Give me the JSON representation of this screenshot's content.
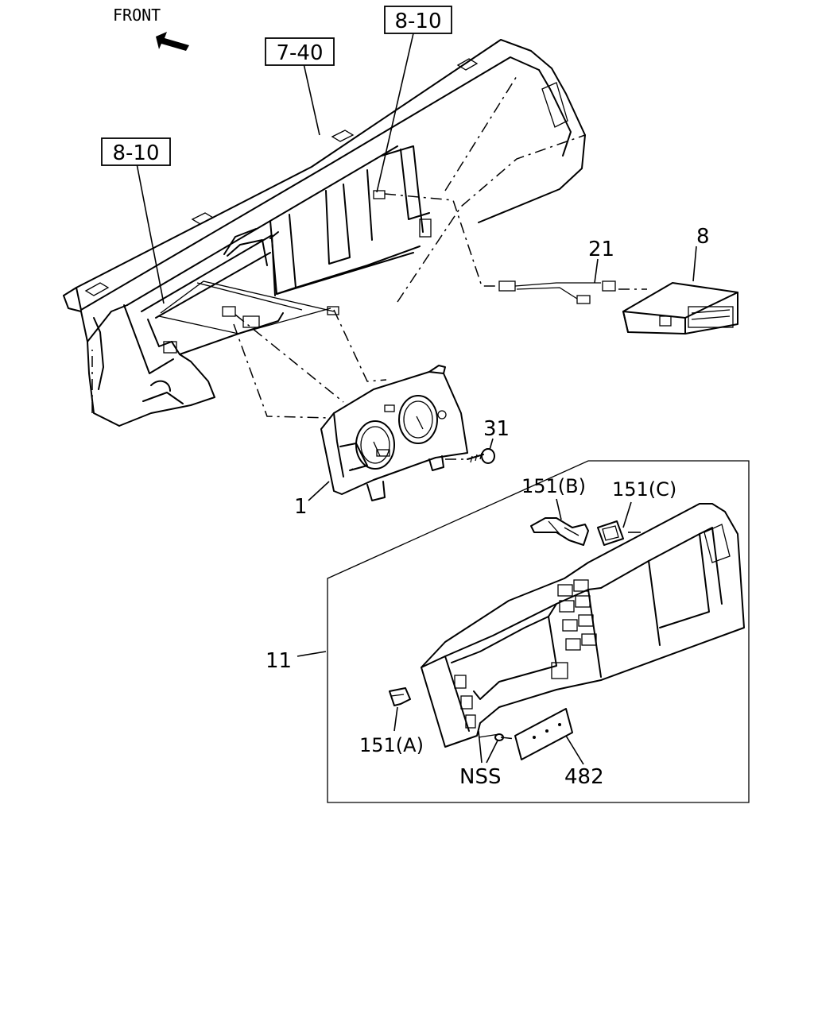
{
  "orientation": {
    "label": "FRONT",
    "icon": "arrow-icon"
  },
  "references": {
    "ref_8_10_top": "8-10",
    "ref_7_40": "7-40",
    "ref_8_10_left": "8-10"
  },
  "callouts": {
    "part_1": "1",
    "part_8": "8",
    "part_21": "21",
    "part_31": "31",
    "part_11": "11",
    "part_151_a": "151(A)",
    "part_151_b": "151(B)",
    "part_151_c": "151(C)",
    "part_nss": "NSS",
    "part_482": "482"
  }
}
